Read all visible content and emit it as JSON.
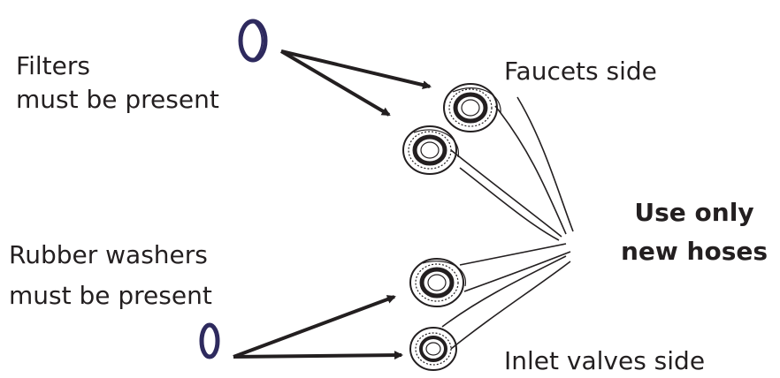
{
  "labels": {
    "filters_line1": "Filters",
    "filters_line2": "must be present",
    "faucets_side": "Faucets side",
    "use_only_line1": "Use only",
    "use_only_line2": "new hoses",
    "washers_line1": "Rubber washers",
    "washers_line2": "must be present",
    "inlet_side": "Inlet valves side"
  },
  "colors": {
    "ring": "#2e2a5e",
    "line": "#231f20"
  },
  "icons": [
    "filter-icon",
    "rubber-washer-icon",
    "hose-connector-icon",
    "arrow-icon"
  ]
}
